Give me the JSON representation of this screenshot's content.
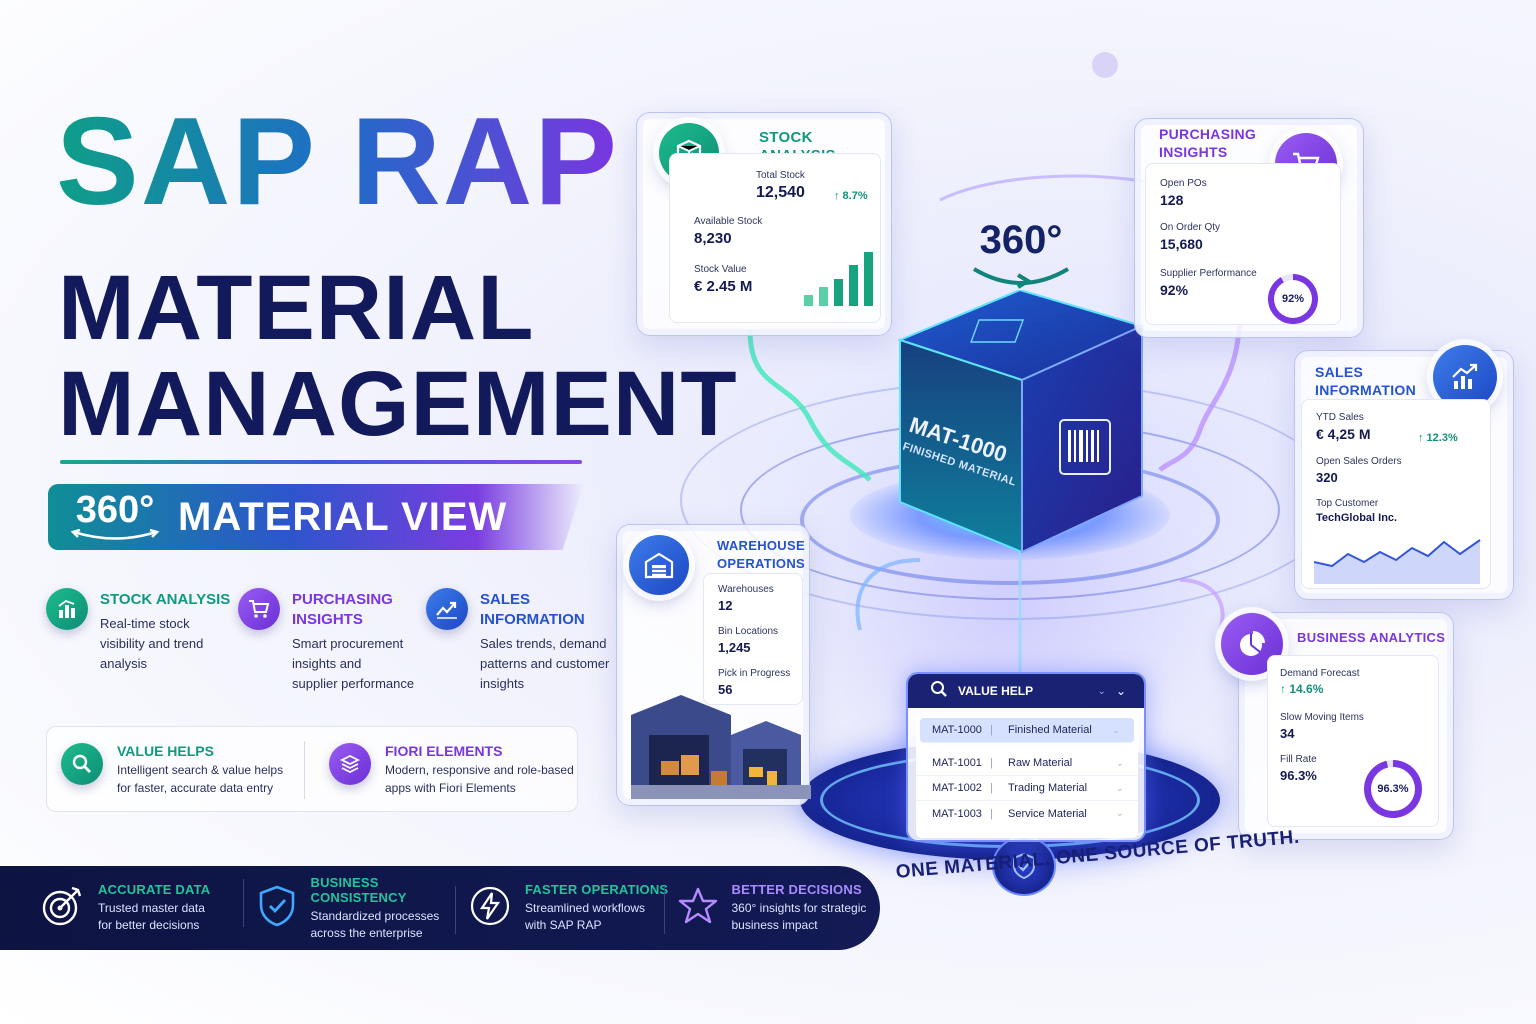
{
  "hero": {
    "title_line1": "SAP RAP",
    "title_line2": "MATERIAL",
    "title_line3": "MANAGEMENT",
    "banner_360": "360°",
    "banner_text": "MATERIAL VIEW"
  },
  "features": [
    {
      "title_line1": "STOCK ANALYSIS",
      "title_line2": "",
      "desc_lines": [
        "Real-time stock",
        "visibility and trend",
        "analysis"
      ]
    },
    {
      "title_line1": "PURCHASING",
      "title_line2": "INSIGHTS",
      "desc_lines": [
        "Smart procurement",
        "insights and",
        "supplier performance"
      ]
    },
    {
      "title_line1": "SALES",
      "title_line2": "INFORMATION",
      "desc_lines": [
        "Sales trends, demand",
        "patterns and customer",
        "insights"
      ]
    }
  ],
  "feature_box": [
    {
      "title": "VALUE HELPS",
      "desc_lines": [
        "Intelligent search & value helps",
        "for faster, accurate data entry"
      ]
    },
    {
      "title": "FIORI ELEMENTS",
      "desc_lines": [
        "Modern, responsive and role-based",
        "apps with Fiori Elements"
      ]
    }
  ],
  "benefits": [
    {
      "title": "ACCURATE DATA",
      "desc_lines": [
        "Trusted master data",
        "for better decisions"
      ],
      "color": "#23c49a"
    },
    {
      "title": "BUSINESS CONSISTENCY",
      "desc_lines": [
        "Standardized processes",
        "across the enterprise"
      ],
      "color": "#23c49a"
    },
    {
      "title": "FASTER OPERATIONS",
      "desc_lines": [
        "Streamlined workflows",
        "with SAP RAP"
      ],
      "color": "#23c49a"
    },
    {
      "title": "BETTER DECISIONS",
      "desc_lines": [
        "360° insights for strategic",
        "business impact"
      ],
      "color": "#a98bff"
    }
  ],
  "cube": {
    "rotation_label": "360°",
    "code": "MAT-1000",
    "subtitle": "FINISHED MATERIAL"
  },
  "stock_card": {
    "title": "STOCK ANALYSIS",
    "total_label": "Total Stock",
    "total_value": "12,540",
    "trend": "↑ 8.7%",
    "available_label": "Available Stock",
    "available_value": "8,230",
    "value_label": "Stock Value",
    "value_value": "€ 2.45 M",
    "bar_levels": [
      0.2,
      0.35,
      0.5,
      0.75,
      1.0
    ]
  },
  "purchasing_card": {
    "title_line1": "PURCHASING",
    "title_line2": "INSIGHTS",
    "open_pos_label": "Open POs",
    "open_pos_value": "128",
    "on_order_label": "On Order Qty",
    "on_order_value": "15,680",
    "supplier_label": "Supplier Performance",
    "supplier_value": "92%",
    "donut_text": "92%",
    "donut_level": 0.92
  },
  "sales_card": {
    "title_line1": "SALES",
    "title_line2": "INFORMATION",
    "ytd_label": "YTD Sales",
    "ytd_value": "€ 4,25 M",
    "trend": "↑ 12.3%",
    "orders_label": "Open Sales Orders",
    "orders_value": "320",
    "customer_label": "Top Customer",
    "customer_value": "TechGlobal Inc."
  },
  "warehouse_card": {
    "title_line1": "WAREHOUSE",
    "title_line2": "OPERATIONS",
    "warehouses_label": "Warehouses",
    "warehouses_value": "12",
    "bins_label": "Bin Locations",
    "bins_value": "1,245",
    "pick_label": "Pick in Progress",
    "pick_value": "56"
  },
  "analytics_card": {
    "title": "BUSINESS ANALYTICS",
    "forecast_label": "Demand Forecast",
    "forecast_value": "↑ 14.6%",
    "slow_label": "Slow Moving Items",
    "slow_value": "34",
    "fill_label": "Fill Rate",
    "fill_value": "96.3%",
    "donut_text": "96.3%",
    "donut_level": 0.963
  },
  "value_help": {
    "title": "VALUE HELP",
    "rows": [
      {
        "code": "MAT-1000",
        "name": "Finished Material"
      },
      {
        "code": "MAT-1001",
        "name": "Raw Material"
      },
      {
        "code": "MAT-1002",
        "name": "Trading Material"
      },
      {
        "code": "MAT-1003",
        "name": "Service Material"
      }
    ],
    "separator": "|"
  },
  "tagline": "ONE MATERIAL. ONE SOURCE OF TRUTH.",
  "colors": {
    "green": "#0f9a7f",
    "purple": "#7a36e0",
    "blue": "#2452d0",
    "navy": "#121a5c"
  },
  "icons": [
    "box-icon",
    "cart-icon",
    "chart-up-icon",
    "warehouse-icon",
    "pie-chart-icon",
    "search-icon",
    "layers-icon",
    "target-icon",
    "shield-check-icon",
    "bolt-icon",
    "star-icon",
    "barcode-icon",
    "rotate-icon"
  ]
}
